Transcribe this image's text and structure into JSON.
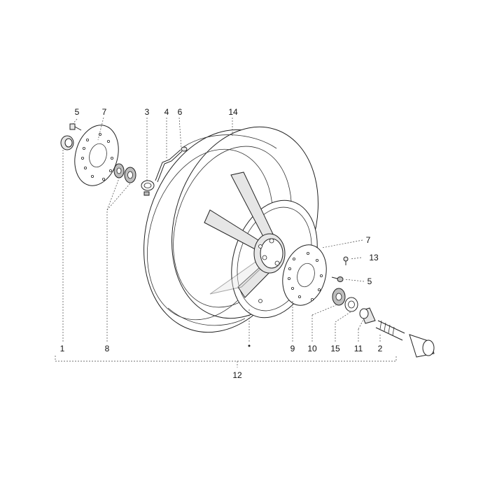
{
  "diagram": {
    "callouts": [
      {
        "id": "c1",
        "text": "1"
      },
      {
        "id": "c2",
        "text": "2"
      },
      {
        "id": "c3",
        "text": "3"
      },
      {
        "id": "c4",
        "text": "4"
      },
      {
        "id": "c5a",
        "text": "5"
      },
      {
        "id": "c5b",
        "text": "5"
      },
      {
        "id": "c6",
        "text": "6"
      },
      {
        "id": "c7a",
        "text": "7"
      },
      {
        "id": "c7b",
        "text": "7"
      },
      {
        "id": "c8",
        "text": "8"
      },
      {
        "id": "c9",
        "text": "9"
      },
      {
        "id": "c10",
        "text": "10"
      },
      {
        "id": "c11",
        "text": "11"
      },
      {
        "id": "c12",
        "text": "12"
      },
      {
        "id": "c13",
        "text": "13"
      },
      {
        "id": "c14",
        "text": "14"
      },
      {
        "id": "c15",
        "text": "15"
      }
    ]
  }
}
